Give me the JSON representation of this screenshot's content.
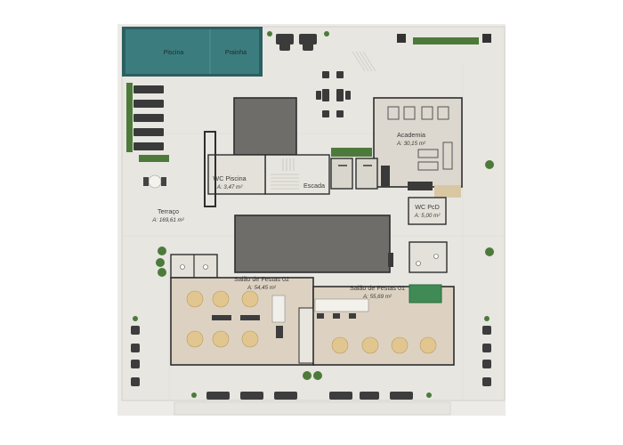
{
  "pool": {
    "label": "Piscina",
    "kids_label": "Prainha"
  },
  "rooms": {
    "terrace": {
      "name": "Terraço",
      "area": "A: 169,61 m²"
    },
    "gym": {
      "name": "Academia",
      "area": "A: 30,15 m²"
    },
    "wc_pool": {
      "name": "WC Piscina",
      "area": "A: 3,47 m²"
    },
    "stairs": {
      "name": "Escada"
    },
    "wc_pcd": {
      "name": "WC PcD",
      "area": "A: 5,00 m²"
    },
    "party_02": {
      "name": "Salão de Festas 02",
      "area": "A: 54,45 m²"
    },
    "party_01": {
      "name": "Salão de Festas 01",
      "area": "A: 55,69 m²"
    }
  },
  "colors": {
    "deck": "#e7e6e1",
    "interior_floor": "#ddd2c2",
    "wall": "#2e2e2e",
    "core": "#6f6d6a",
    "pool_water": "#3b7d7f",
    "pool_edge": "#2c5f61",
    "planter": "#4d7a3b",
    "chair": "#e2c68f",
    "pool_table": "#3f8a55",
    "dark_furniture": "#3d3d3d"
  }
}
